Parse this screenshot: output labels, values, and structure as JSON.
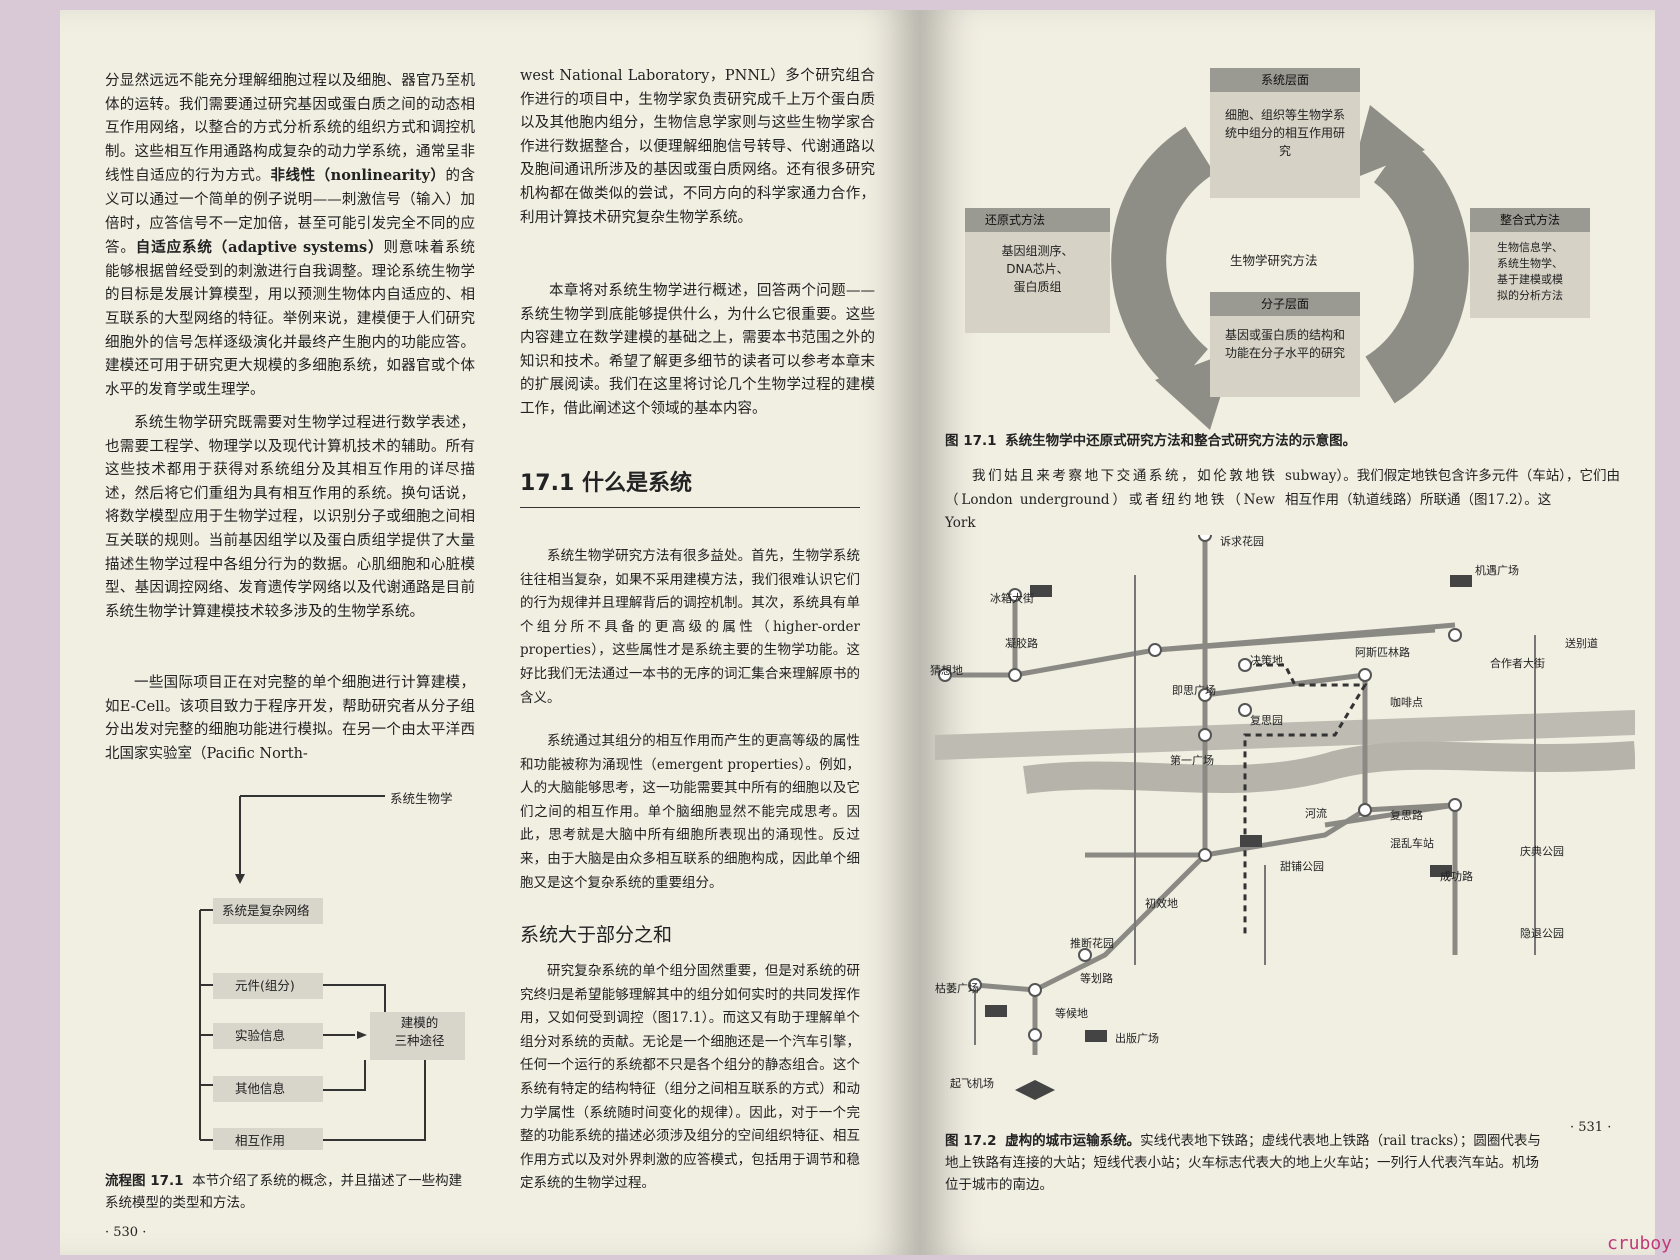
{
  "left": {
    "col1": [
      "分显然远远不能充分理解细胞过程以及细胞、器官乃至机体的运转。我们需要通过研究基因或蛋白质之间的动态相互作用网络，以整合的方式分析系统的组织方式和调控机制。这些相互作用通路构成复杂的动力学系统，通常呈非线性自适应的行为方式。",
      "非线性（nonlinearity）",
      "的含义可以通过一个简单的例子说明——刺激信号（输入）加倍时，应答信号不一定加倍，甚至可能引发完全不同的应答。",
      "自适应系统（adaptive systems）",
      "则意味着系统能够根据曾经受到的刺激进行自我调整。理论系统生物学的目标是发展计算模型，用以预测生物体内自适应的、相互联系的大型网络的特征。举例来说，建模便于人们研究细胞外的信号怎样逐级演化并最终产生胞内的功能应答。建模还可用于研究更大规模的多细胞系统，如器官或个体水平的发育学或生理学。",
      "系统生物学研究既需要对生物学过程进行数学表述，也需要工程学、物理学以及现代计算机技术的辅助。所有这些技术都用于获得对系统组分及其相互作用的详尽描述，然后将它们重组为具有相互作用的系统。换句话说，将数学模型应用于生物学过程，以识别分子或细胞之间相互关联的规则。当前基因组学以及蛋白质组学提供了大量描述生物学过程中各组分行为的数据。心肌细胞和心脏模型、基因调控网络、发育遗传学网络以及代谢通路是目前系统生物学计算建模技术较多涉及的生物学系统。",
      "一些国际项目正在对完整的单个细胞进行计算建模，如E-Cell。该项目致力于程序开发，帮助研究者从分子组分出发对完整的细胞功能进行模拟。在另一个由太平洋西北国家实验室（Pacific North-"
    ],
    "col2_top": [
      "west National Laboratory，PNNL）多个研究组合作进行的项目中，生物学家负责研究成千上万个蛋白质以及其他胞内组分，生物信息学家则与这些生物学家合作进行数据整合，以便理解细胞信号转导、代谢通路以及胞间通讯所涉及的基因或蛋白质网络。还有很多研究机构都在做类似的尝试，不同方向的科学家通力合作，利用计算技术研究复杂生物学系统。",
      "本章将对系统生物学进行概述，回答两个问题——系统生物学到底能够提供什么，为什么它很重要。这些内容建立在数学建模的基础之上，需要本书范围之外的知识和技术。希望了解更多细节的读者可以参考本章末的扩展阅读。我们在这里将讨论几个生物学过程的建模工作，借此阐述这个领域的基本内容。"
    ],
    "section_title": "17.1   什么是系统",
    "col2_body": [
      "系统生物学研究方法有很多益处。首先，生物学系统往往相当复杂，如果不采用建模方法，我们很难认识它们的行为规律并且理解背后的调控机制。其次，系统具有单个组分所不具备的更高级的属性（higher-order properties），这些属性才是系统主要的生物学功能。这好比我们无法通过一本书的无序的词汇集合来理解原书的含义。",
      "系统通过其组分的相互作用而产生的更高等级的属性和功能被称为涌现性（emergent properties）。例如，人的大脑能够思考，这一功能需要其中所有的细胞以及它们之间的相互作用。单个脑细胞显然不能完成思考。因此，思考就是大脑中所有细胞所表现出的涌现性。反过来，由于大脑是由众多相互联系的细胞构成，因此单个细胞又是这个复杂系统的重要组分。"
    ],
    "subsection_title": "系统大于部分之和",
    "col2_end": "研究复杂系统的单个组分固然重要，但是对系统的研究终归是希望能够理解其中的组分如何实时的共同发挥作用，又如何受到调控（图17.1）。而这又有助于理解单个组分对系统的贡献。无论是一个细胞还是一个汽车引擎，任何一个运行的系统都不只是各个组分的静态组合。这个系统有特定的结构特征（组分之间相互联系的方式）和动力学属性（系统随时间变化的规律）。因此，对于一个完整的功能系统的描述必须涉及组分的空间组织特征、相互作用方式以及对外界刺激的应答模式，包括用于调节和稳定系统的生物学过程。",
    "flowchart": {
      "top": "系统生物学",
      "network": "系统是复杂网络",
      "items": [
        "元件(组分)",
        "实验信息",
        "其他信息",
        "相互作用"
      ],
      "model": "建模的\n三种途径"
    },
    "flow_caption_label": "流程图 17.1",
    "flow_caption": "本节介绍了系统的概念，并且描述了一些构建系统模型的类型和方法。",
    "page_number": "· 530 ·"
  },
  "right": {
    "fig1": {
      "system_head": "系统层面",
      "system_body": "细胞、组织等生物学系统中组分的相互作用研究",
      "center": "生物学研究方法",
      "reduct_head": "还原式方法",
      "reduct_body": "基因组测序、\nDNA芯片、\n蛋白质组",
      "mol_head": "分子层面",
      "mol_body": "基因或蛋白质的结构和功能在分子水平的研究",
      "integ_head": "整合式方法",
      "integ_body": "生物信息学、\n系统生物学、\n基于建模或模\n拟的分析方法"
    },
    "fig1_caption_label": "图 17.1",
    "fig1_caption": "系统生物学中还原式研究方法和整合式研究方法的示意图。",
    "text1": "我们姑且来考察地下交通系统，如伦敦地铁（London underground）或者纽约地铁（New York",
    "text2": "subway）。我们假定地铁包含许多元件（车站），它们由相互作用（轨道线路）所联通（图17.2）。这",
    "stations": [
      "诉求花园",
      "机遇广场",
      "冰箱大街",
      "猜想地",
      "凝胶路",
      "决策地",
      "阿斯匹林路",
      "送别道",
      "合作者大街",
      "即思广场",
      "咖啡点",
      "复思园",
      "第一广场",
      "河流",
      "复思路",
      "混乱车站",
      "庆典公园",
      "甜铺公园",
      "成功路",
      "初效地",
      "推断花园",
      "隐退公园",
      "枯萎广场",
      "等划路",
      "等候地",
      "出版广场",
      "起飞机场"
    ],
    "fig2_caption_label": "图 17.2",
    "fig2_caption_title": "虚构的城市运输系统。",
    "fig2_caption": "实线代表地下铁路；虚线代表地上铁路（rail tracks）；圆圈代表与地上铁路有连接的大站；短线代表小站；火车标志代表大的地上火车站；一列行人代表汽车站。机场位于城市的南边。",
    "page_number": "· 531 ·"
  },
  "watermark": "cruboy",
  "colors": {
    "paper": "#f1eee2",
    "background": "#d9c9d6",
    "ink": "#222222",
    "figure_gray": "#9b9a92"
  }
}
